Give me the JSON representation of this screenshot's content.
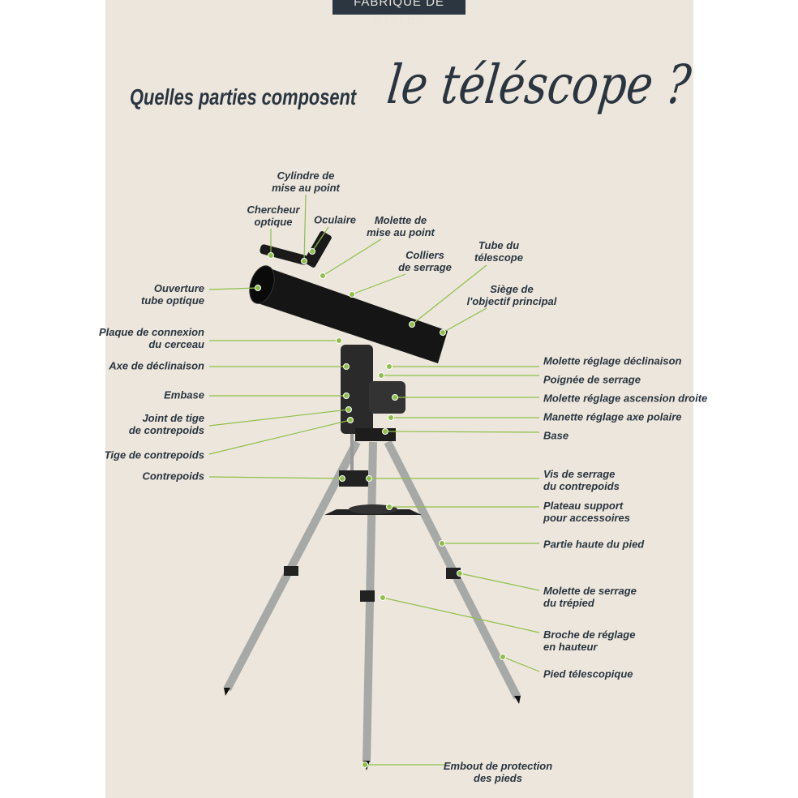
{
  "banner": "FABRIQUE DE STYLES",
  "title": {
    "prefix": "Quelles parties composent",
    "script": "le téléscope ?"
  },
  "accent_color": "#8fbf4a",
  "labels": {
    "cylindre": [
      "Cylindre de",
      "mise au point"
    ],
    "chercheur": [
      "Chercheur",
      "optique"
    ],
    "oculaire": [
      "Oculaire"
    ],
    "molette_map": [
      "Molette de",
      "mise au point"
    ],
    "colliers": [
      "Colliers",
      "de serrage"
    ],
    "tube": [
      "Tube du",
      "télescope"
    ],
    "siege": [
      "Siège de",
      "l'objectif principal"
    ],
    "ouverture": [
      "Ouverture",
      "tube optique"
    ],
    "plaque": [
      "Plaque de connexion",
      "du cerceau"
    ],
    "axe": [
      "Axe de déclinaison"
    ],
    "embase": [
      "Embase"
    ],
    "joint": [
      "Joint de tige",
      "de contrepoids"
    ],
    "tige": [
      "Tige de contrepoids"
    ],
    "contrepoids": [
      "Contrepoids"
    ],
    "molette_decl": [
      "Molette réglage déclinaison"
    ],
    "poignee": [
      "Poignée de serrage"
    ],
    "molette_asc": [
      "Molette réglage ascension droite"
    ],
    "manette": [
      "Manette réglage axe polaire"
    ],
    "base": [
      "Base"
    ],
    "vis": [
      "Vis de serrage",
      "du contrepoids"
    ],
    "plateau": [
      "Plateau support",
      "pour accessoires"
    ],
    "partie_haute": [
      "Partie haute du pied"
    ],
    "molette_trepied": [
      "Molette de serrage",
      "du trépied"
    ],
    "broche": [
      "Broche de réglage",
      "en hauteur"
    ],
    "pied": [
      "Pied télescopique"
    ],
    "embout": [
      "Embout de protection",
      "des pieds"
    ]
  }
}
